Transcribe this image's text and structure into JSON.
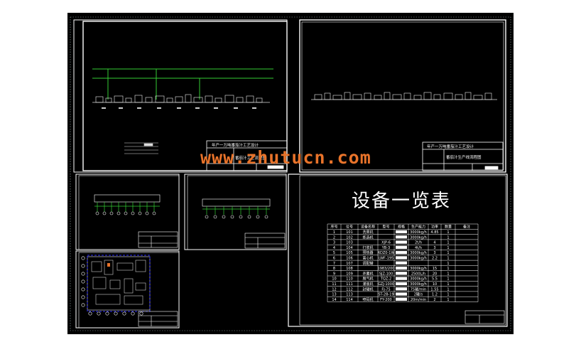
{
  "watermark": "www.zhutucn.com",
  "sheet_top_left": {
    "title_block": {
      "line1": "年产一万吨番茄汁工艺设计",
      "line2": "番茄汁工艺流程图"
    }
  },
  "sheet_top_right": {
    "title_block": {
      "line1": "年产一万吨番茄汁工艺设计",
      "line2": "番茄汁生产线流程图"
    }
  },
  "equipment_sheet": {
    "title": "设备一览表",
    "headers": [
      "序号",
      "位号",
      "设备名称",
      "型号",
      "规格",
      "生产能力",
      "功率",
      "数量",
      "备注"
    ],
    "rows": [
      [
        "1",
        "101",
        "洗果机",
        "",
        "",
        "3000kg/h",
        "4.85",
        "1",
        ""
      ],
      [
        "2",
        "102",
        "拣选机",
        "",
        "",
        "3000kg/h",
        "",
        "1",
        ""
      ],
      [
        "3",
        "103",
        "",
        "XJP-6",
        "",
        "2t/h",
        "4",
        "1",
        ""
      ],
      [
        "4",
        "104",
        "打浆机",
        "YB-3",
        "",
        "4t/h",
        "3",
        "1",
        ""
      ],
      [
        "5",
        "105",
        "预热器",
        "RDZ0-1W",
        "",
        "3000kg/h",
        "3",
        "1",
        ""
      ],
      [
        "6",
        "106",
        "离心机",
        "LWF-195",
        "",
        "3000kg/h",
        "2.2",
        "1",
        ""
      ],
      [
        "7",
        "107",
        "调配罐",
        "",
        "",
        "",
        "",
        "1",
        ""
      ],
      [
        "8",
        "108",
        "",
        "1983/200",
        "",
        "3000kg/h",
        "15",
        "1",
        ""
      ],
      [
        "9",
        "109",
        "杀菌机",
        "SJZ-100",
        "",
        "2500L/h",
        "20",
        "1",
        ""
      ],
      [
        "10",
        "110",
        "脱气机",
        "TQZ-2",
        "",
        "3000kg/h",
        "5.5",
        "1",
        ""
      ],
      [
        "11",
        "111",
        "灌装机",
        "GZJ-1000",
        "",
        "3000kg/h",
        "10",
        "1",
        ""
      ],
      [
        "12",
        "112",
        "封罐机",
        "FJ-75",
        "",
        "75罐/min",
        "1.55",
        "1",
        ""
      ],
      [
        "13",
        "113",
        "",
        "ST-2B-19",
        "",
        "2罐/s",
        "1.2",
        "1",
        ""
      ],
      [
        "14",
        "114",
        "喷码机",
        "FY-200",
        "",
        "20m/min",
        "2",
        "1",
        ""
      ]
    ]
  }
}
